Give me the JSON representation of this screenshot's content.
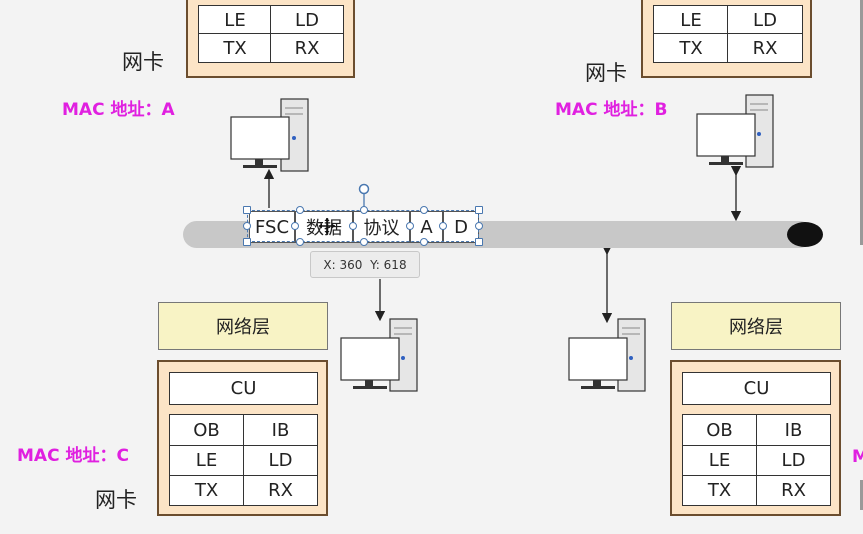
{
  "nic_label": "网卡",
  "network_layer_label": "网络层",
  "cu_label": "CU",
  "registers": {
    "ob": "OB",
    "ib": "IB",
    "le": "LE",
    "ld": "LD",
    "tx": "TX",
    "rx": "RX"
  },
  "mac": {
    "a": "MAC 地址：A",
    "b": "MAC 地址：B",
    "c": "MAC 地址：C",
    "d_partial": "M"
  },
  "frame": [
    "FSC",
    "数据",
    "协议",
    "A",
    "D"
  ],
  "tooltip": {
    "x_label": "X:",
    "x_value": "360",
    "y_label": "Y:",
    "y_value": "618"
  },
  "colors": {
    "mac_text": "#e020e0",
    "nic_fill": "#fce4c6",
    "layer_fill": "#f8f3c5",
    "bus": "#c8c8c8"
  }
}
